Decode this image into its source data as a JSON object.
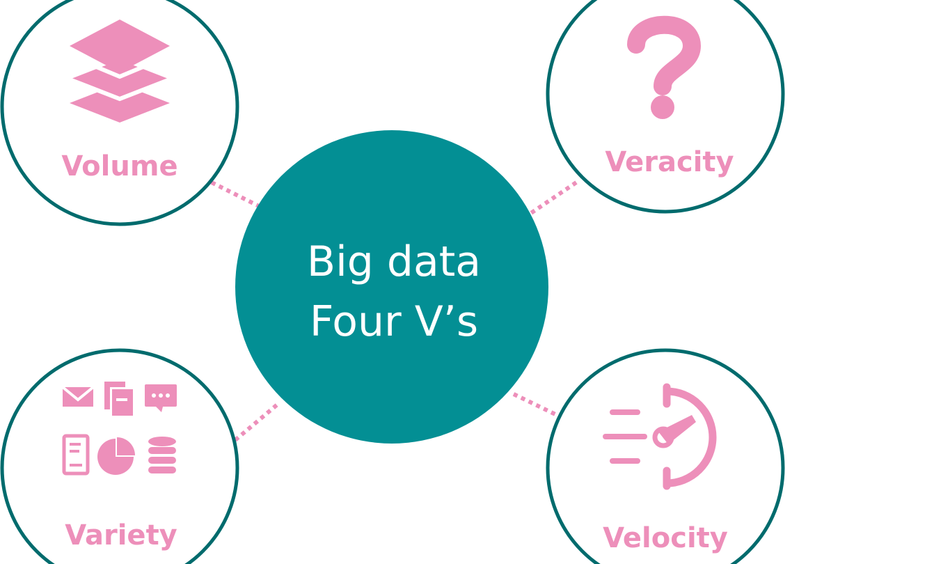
{
  "center": {
    "line1": "Big data",
    "line2": "Four V’s"
  },
  "nodes": {
    "volume": {
      "label": "Volume",
      "icon": "stacked-layers-icon"
    },
    "veracity": {
      "label": "Veracity",
      "icon": "question-mark-icon"
    },
    "variety": {
      "label": "Variety",
      "icon": "data-types-grid-icon"
    },
    "velocity": {
      "label": "Velocity",
      "icon": "speedometer-icon"
    }
  },
  "colors": {
    "center_fill": "#038f94",
    "ring_stroke": "#006b6d",
    "accent_pink": "#ed8fba",
    "text_white": "#ffffff",
    "background": "#ffffff"
  }
}
